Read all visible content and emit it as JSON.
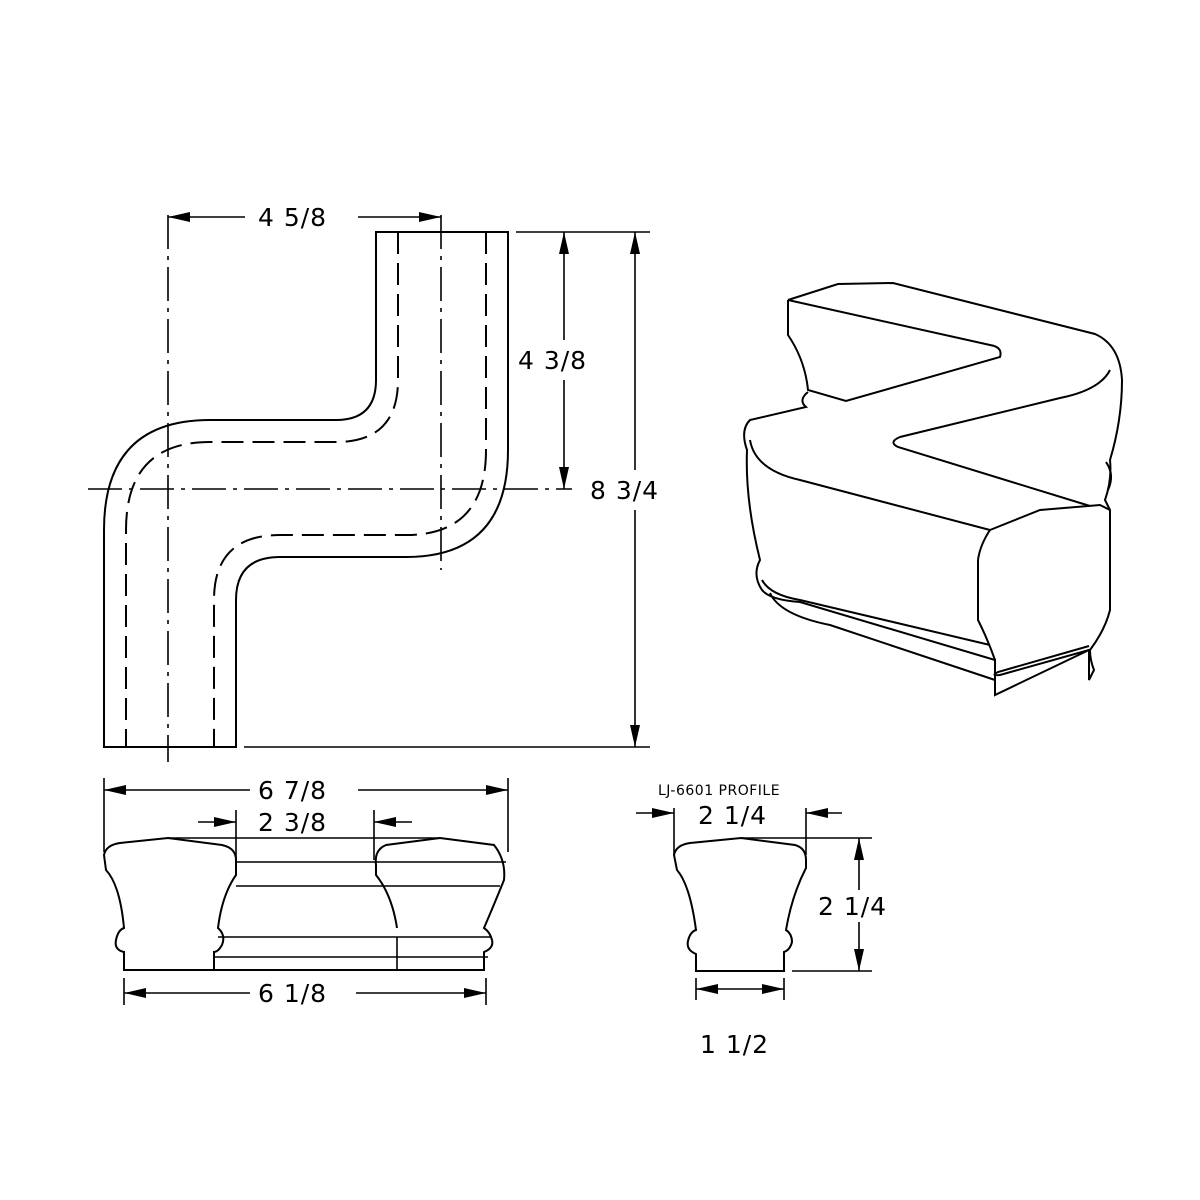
{
  "drawing": {
    "part_profile_label": "LJ-6601 PROFILE",
    "plan_view": {
      "width_offset": "4 5/8",
      "upper_rise": "4 3/8",
      "overall_height": "8 3/4"
    },
    "elevation_view": {
      "overall_width": "6 7/8",
      "gap_width": "2 3/8",
      "base_width": "6 1/8"
    },
    "profile_view": {
      "top_width": "2 1/4",
      "height": "2 1/4",
      "base_width": "1 1/2"
    },
    "isometric_view": {
      "description": "3D S-shaped handrail fitting"
    },
    "colors": {
      "line": "#000000",
      "background": "#ffffff"
    }
  }
}
